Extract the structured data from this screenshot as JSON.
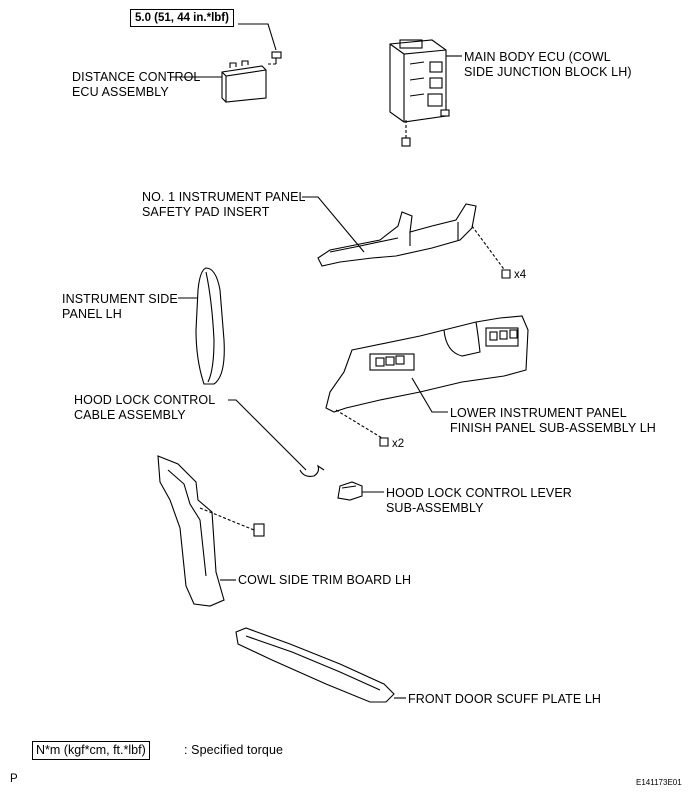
{
  "torque_spec": "5.0 (51, 44 in.*lbf)",
  "labels": {
    "distance_control_ecu": [
      "DISTANCE CONTROL",
      "ECU ASSEMBLY"
    ],
    "main_body_ecu": [
      "MAIN BODY ECU (COWL",
      "SIDE JUNCTION BLOCK LH)"
    ],
    "safety_pad_insert": [
      "NO. 1 INSTRUMENT PANEL",
      "SAFETY PAD INSERT"
    ],
    "instrument_side_panel": [
      "INSTRUMENT SIDE",
      "PANEL LH"
    ],
    "hood_lock_cable": [
      "HOOD LOCK CONTROL",
      "CABLE ASSEMBLY"
    ],
    "lower_finish_panel": [
      "LOWER INSTRUMENT PANEL",
      "FINISH PANEL SUB-ASSEMBLY LH"
    ],
    "hood_lock_lever": [
      "HOOD LOCK CONTROL LEVER",
      "SUB-ASSEMBLY"
    ],
    "cowl_side_trim": [
      "COWL SIDE TRIM BOARD LH"
    ],
    "front_door_scuff": [
      "FRONT DOOR SCUFF PLATE LH"
    ]
  },
  "quantities": {
    "clips_x4": "x4",
    "clips_x2": "x2"
  },
  "legend": {
    "unit": "N*m (kgf*cm, ft.*lbf)",
    "description": ": Specified torque"
  },
  "footer": {
    "page_letter": "P",
    "figure_id": "E141173E01"
  }
}
